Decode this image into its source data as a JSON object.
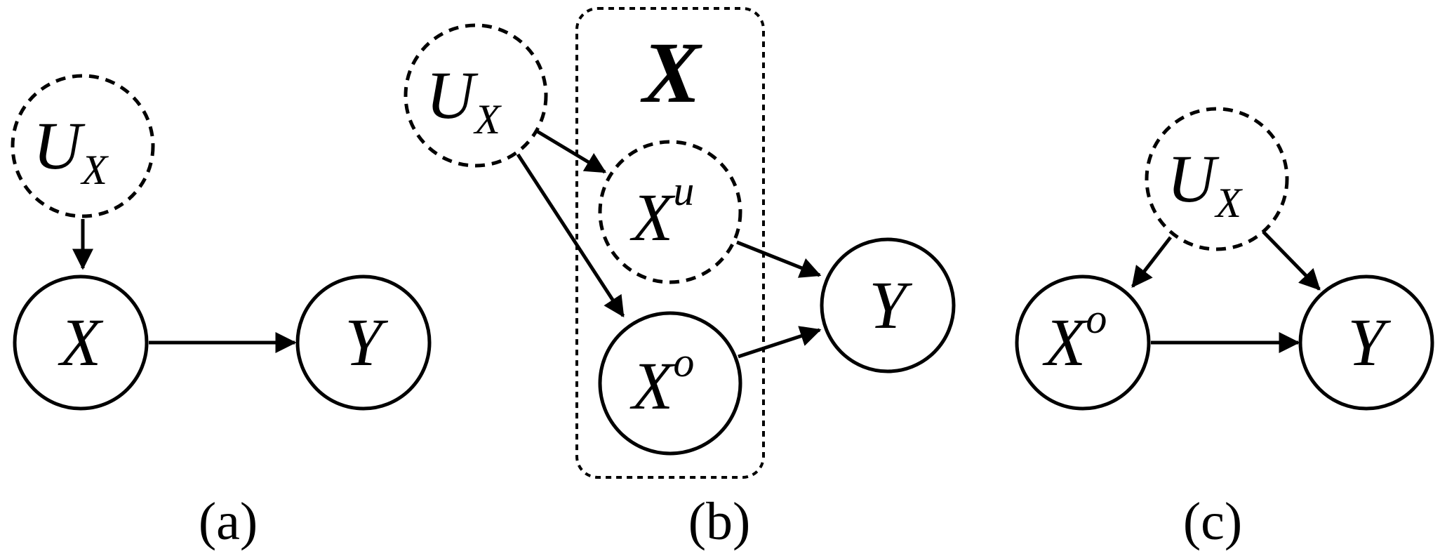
{
  "panels": [
    {
      "caption": "(a)",
      "nodes": {
        "ux": {
          "main": "U",
          "sub": "X"
        },
        "x": {
          "main": "X"
        },
        "y": {
          "main": "Y"
        }
      }
    },
    {
      "caption": "(b)",
      "group_label": "X",
      "nodes": {
        "ux": {
          "main": "U",
          "sub": "X"
        },
        "xu": {
          "main": "X",
          "sup": "u"
        },
        "xo": {
          "main": "X",
          "sup": "o"
        },
        "y": {
          "main": "Y"
        }
      }
    },
    {
      "caption": "(c)",
      "nodes": {
        "ux": {
          "main": "U",
          "sub": "X"
        },
        "xo": {
          "main": "X",
          "sup": "o"
        },
        "y": {
          "main": "Y"
        }
      }
    }
  ]
}
